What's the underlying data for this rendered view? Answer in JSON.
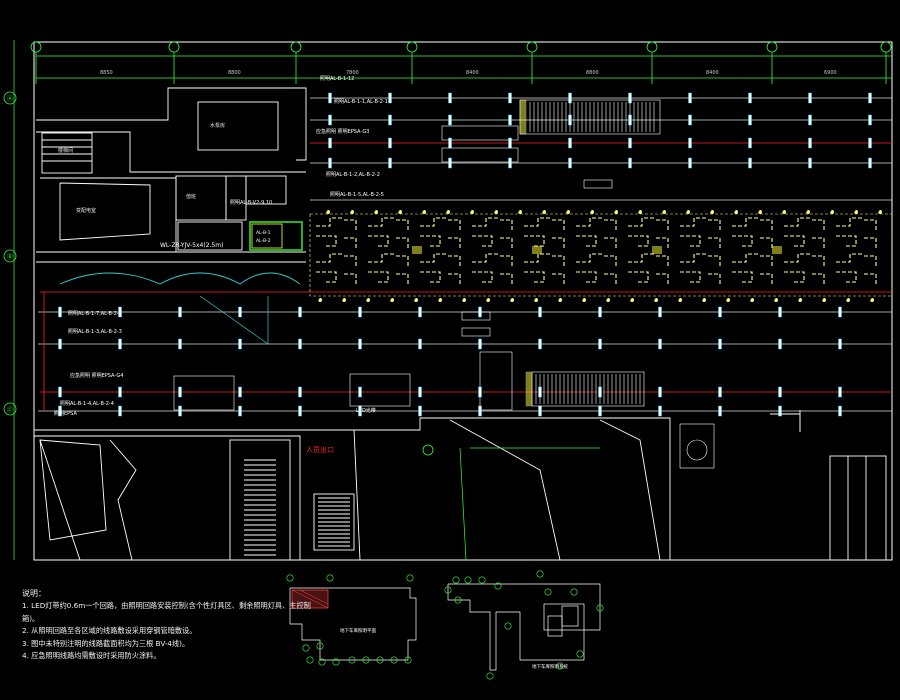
{
  "drawing": {
    "dim_labels": [
      "8850",
      "8800",
      "7800",
      "8400",
      "8800",
      "8400",
      "6900"
    ],
    "axis_bubbles_bottom": [
      "①",
      "②",
      "③",
      "④",
      "⑤",
      "⑥",
      "⑦",
      "⑧"
    ],
    "axis_bubbles_left": [
      "Ⓐ",
      "Ⓑ",
      "Ⓒ"
    ],
    "circuit_tags": [
      "照明AL-B-1-12",
      "照明AL-B-1-1,AL-B-2-1",
      "应急照明 照明EPSA-G3",
      "照明AL-B-1-2,AL-B-2-2",
      "照明AL-B-1-5,AL-B-2-5",
      "照明AL-B-V2-9,10",
      "照明AL-B-1-7,AL-B-2-6",
      "照明AL-B-1-3,AL-B-2-3",
      "应急照明 照明EPSA-G4",
      "照明AL-B-1-4,AL-B-2-4",
      "照明EPSA",
      "LED光带"
    ],
    "room_labels": [
      "变配电室",
      "水泵房",
      "值班",
      "楼梯间"
    ],
    "cable_note": "WL-ZR-YJV-5x4(2.5m)",
    "exit_label": "人员出口",
    "panel_labels": [
      "AL-B-1",
      "AL-B-2"
    ]
  },
  "notes": {
    "title": "说明：",
    "items": [
      "1. LED灯带约0.6m一个回路，由照明回路安装控制(含个性灯具区、剩余照明灯具、主控制",
      "   箱)。",
      "2. 从照明回路至各区域的线路敷设采用穿钢管暗敷设。",
      "3. 图中未特别注明的线路截面积均为三根 BV-4线)。",
      "4. 应急照明线路均需敷设时采用防火涂料。"
    ]
  },
  "key_plans": {
    "left_label": "地下车库照明平面",
    "right_label": "地下车库照明系统"
  }
}
